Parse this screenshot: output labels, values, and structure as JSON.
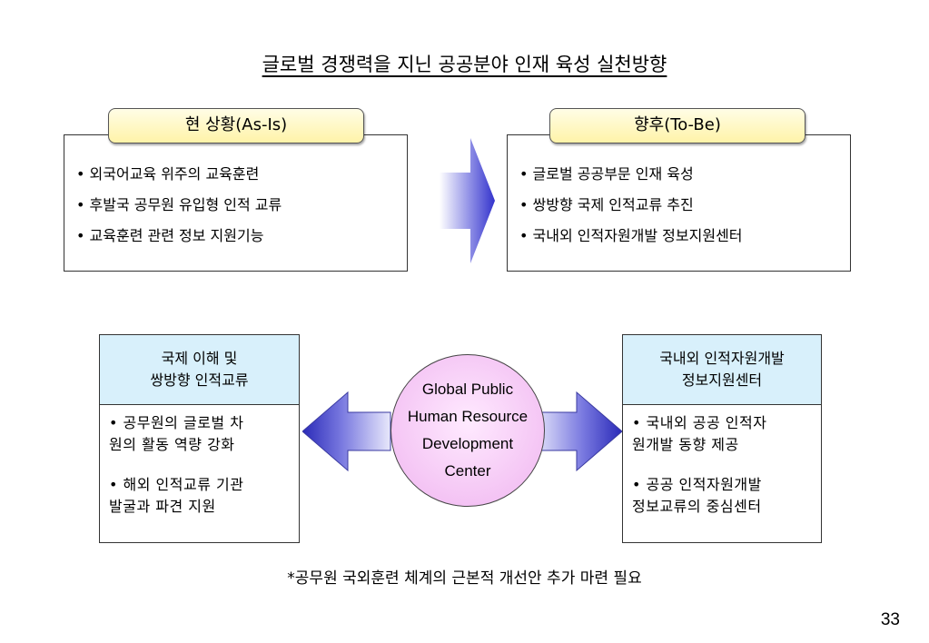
{
  "title": "글로벌 경쟁력을 지닌 공공분야 인재 육성 실천방향",
  "as_is": {
    "label": "현 상황(As-Is)",
    "items": [
      "외국어교육 위주의 교육훈련",
      "후발국 공무원 유입형 인적 교류",
      "교육훈련 관련 정보 지원기능"
    ]
  },
  "to_be": {
    "label": "향후(To-Be)",
    "items": [
      "글로벌 공공부문 인재 육성",
      "쌍방향 국제 인적교류 추진",
      "국내외 인적자원개발 정보지원센터"
    ]
  },
  "left_box": {
    "heading": "국제 이해 및\n쌍방향 인적교류",
    "items": [
      "• 공무원의 글로벌 차\n원의 활동 역량 강화",
      "• 해외 인적교류 기관\n발굴과 파견 지원"
    ]
  },
  "center": {
    "text": "Global Public\nHuman Resource\nDevelopment\nCenter"
  },
  "right_box": {
    "heading": "국내외 인적자원개발\n정보지원센터",
    "items": [
      "• 국내외 공공 인적자\n원개발 동향 제공",
      "• 공공 인적자원개발\n정보교류의 중심센터"
    ]
  },
  "footnote": "*공무원 국외훈련 체계의 근본적 개선안 추가 마련 필요",
  "page_number": "33",
  "colors": {
    "tag_fill": "#fff3a8",
    "head_fill": "#d8f0fb",
    "circle_fill": "#f4c4f4",
    "arrow_blue": "#3333cc"
  }
}
